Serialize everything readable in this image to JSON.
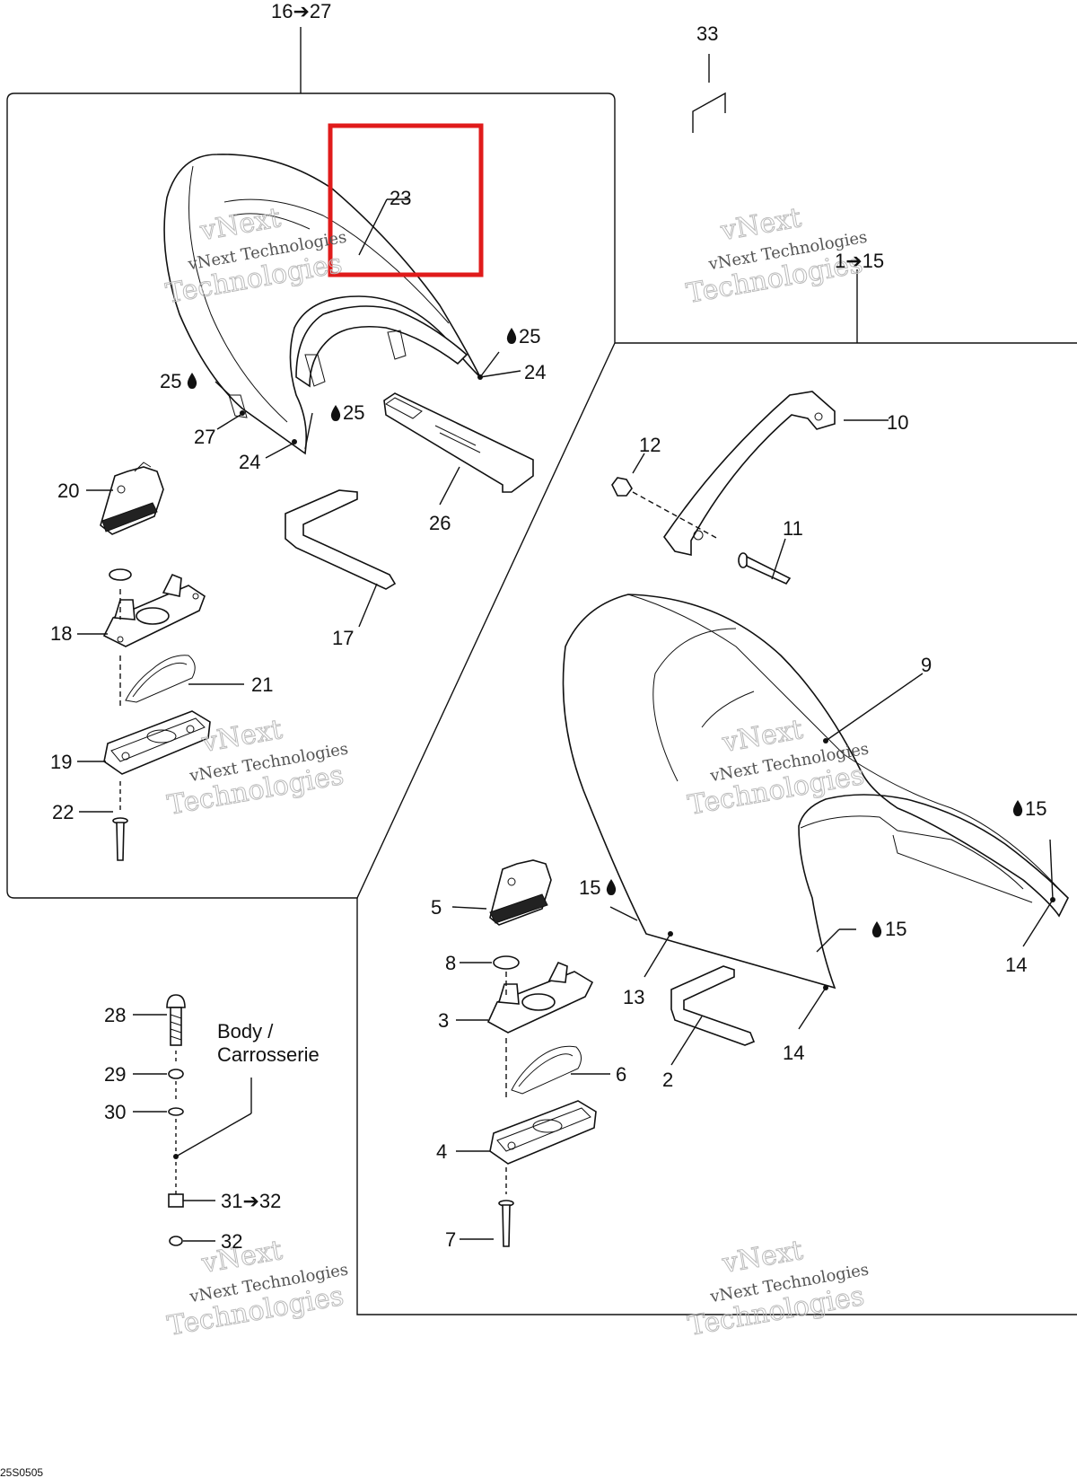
{
  "callouts": {
    "c16_27": "16➔27",
    "c33": "33",
    "c23": "23",
    "c1_15": "1➔15",
    "c25a": "25",
    "c24a": "24",
    "c25b": "25",
    "c25c": "25",
    "c27": "27",
    "c24b": "24",
    "c10": "10",
    "c20": "20",
    "c26": "26",
    "c12": "12",
    "c11": "11",
    "c17": "17",
    "c18": "18",
    "c21": "21",
    "c9": "9",
    "c19": "19",
    "c22": "22",
    "c15a": "15",
    "c15b": "15",
    "c5": "5",
    "c15c": "15",
    "c14a": "14",
    "c8": "8",
    "c13": "13",
    "c3": "3",
    "c14b": "14",
    "c28": "28",
    "c6": "6",
    "c2": "2",
    "c29": "29",
    "c30": "30",
    "c4": "4",
    "c31_32": "31➔32",
    "c32": "32",
    "c7": "7"
  },
  "body_label": {
    "line1": "Body /",
    "line2": "Carrosserie"
  },
  "watermark": {
    "line1": "vNext Technologies",
    "line2": "vNext",
    "line3": "Technologies"
  },
  "diagram_code": "25S0505",
  "highlight_color": "#e01b1b",
  "icons": {
    "adhesive": "adhesive-drop-icon"
  }
}
